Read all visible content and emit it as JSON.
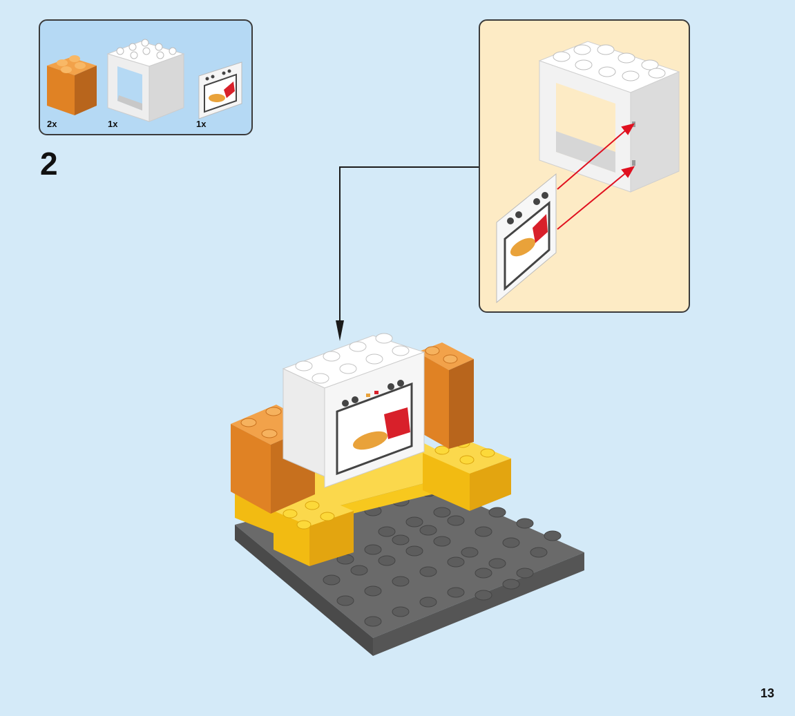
{
  "parts_list": {
    "items": [
      {
        "qty": "2x",
        "icon": "orange-2x2-brick-icon"
      },
      {
        "qty": "1x",
        "icon": "white-window-frame-icon"
      },
      {
        "qty": "1x",
        "icon": "oven-door-panel-icon"
      }
    ]
  },
  "step": {
    "number": "2"
  },
  "page": {
    "number": "13"
  },
  "colors": {
    "background": "#d4eaf8",
    "parts_box": "#b5d9f4",
    "callout": "#fdebc5",
    "orange": "#e48a2c",
    "yellow": "#f7c81e",
    "white": "#f4f4f4",
    "dark_gray": "#5a5a5a",
    "arrow_red": "#e0101f"
  }
}
